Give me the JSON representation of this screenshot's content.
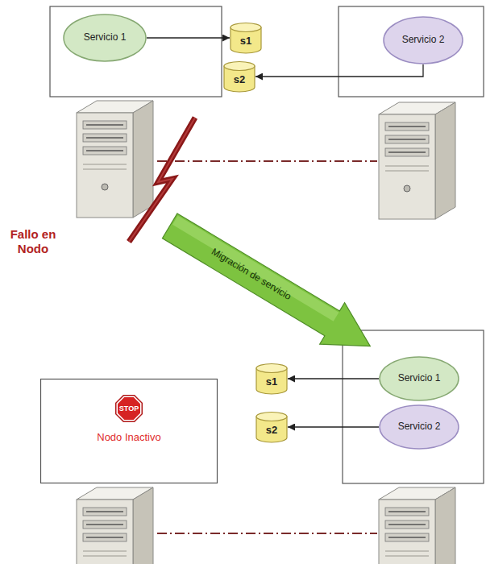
{
  "diagram": {
    "nodes": [
      {
        "text": [
          "Servicio 1"
        ]
      },
      {
        "text": [
          "s1"
        ]
      },
      {
        "text": [
          "s2"
        ]
      },
      {
        "text": [
          "Servicio 2"
        ]
      },
      {
        "text": [
          "Migración de servicio"
        ]
      },
      {
        "text": [
          "Nodo Inactivo"
        ]
      },
      {
        "text": [
          "STOP"
        ],
        "in": 5
      },
      {
        "text": [
          "s1"
        ]
      },
      {
        "text": [
          "s2"
        ]
      },
      {
        "text": [
          "Servicio 1"
        ]
      },
      {
        "text": [
          "Servicio 2"
        ]
      }
    ],
    "edges": [
      {
        "from": 0,
        "to": 1,
        "arrow": "to"
      },
      {
        "from": 3,
        "to": 2,
        "arrow": "to"
      },
      {
        "from": 9,
        "to": 7,
        "arrow": "to"
      },
      {
        "from": 10,
        "to": 8,
        "arrow": "to"
      }
    ],
    "labels": [
      "Fallo en Nodo"
    ]
  }
}
